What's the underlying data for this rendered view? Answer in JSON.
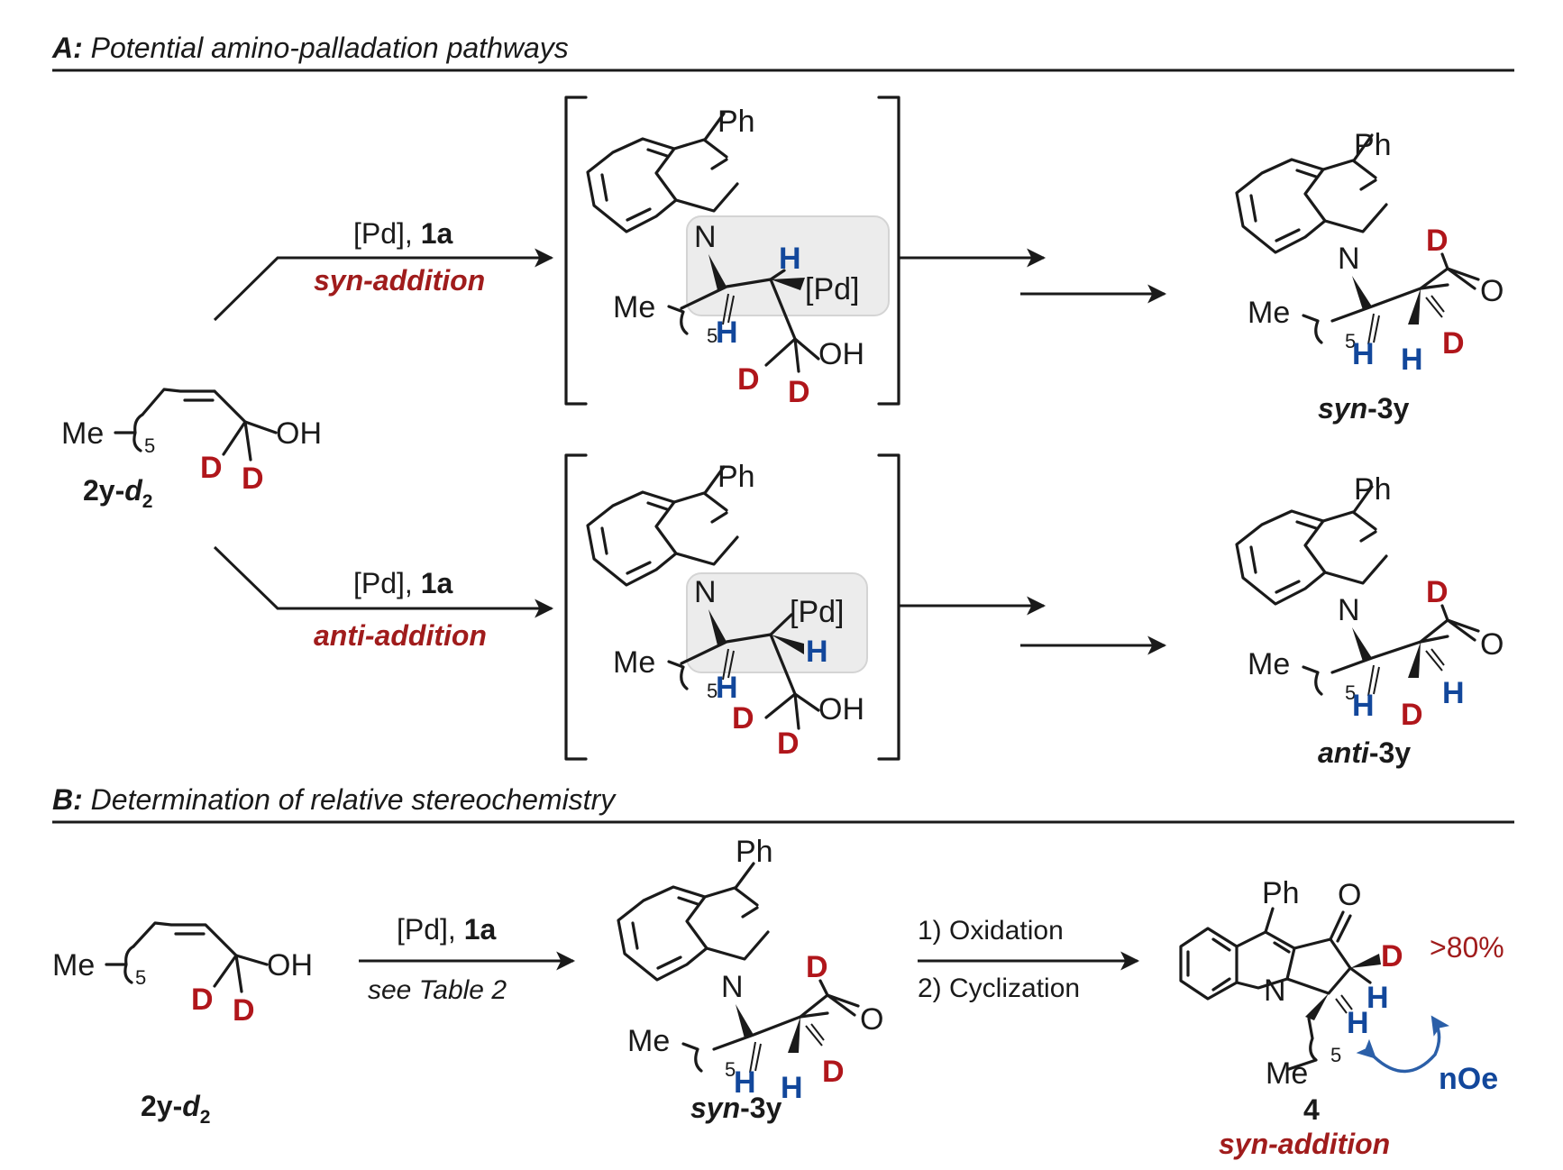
{
  "section_a": {
    "letter": "A:",
    "title": "Potential amino-palladation pathways"
  },
  "section_b": {
    "letter": "B:",
    "title": "Determination of relative stereochemistry"
  },
  "atoms": {
    "ph": "Ph",
    "n": "N",
    "me": "Me",
    "oh": "OH",
    "o": "O",
    "d": "D",
    "h": "H",
    "pd": "[Pd]",
    "five": "5"
  },
  "reagents": {
    "pd_prefix": "[Pd], ",
    "ligand": "1a",
    "syn_mode": "syn-addition",
    "anti_mode": "anti-addition",
    "see_table": "see Table 2",
    "step1": "1) Oxidation",
    "step2": "2) Cyclization"
  },
  "compounds": {
    "start_num": "2y-",
    "start_d": "d",
    "start_sub": "2",
    "syn_prefix": "syn",
    "anti_prefix": "anti",
    "product_suffix": "-3y",
    "final_number": "4",
    "final_mode": "syn-addition"
  },
  "annotations": {
    "deuteration": ">80%",
    "noe": "nOe"
  },
  "colors": {
    "deuterium": "#b0161b",
    "hydrogen": "#12479b",
    "mode_label": "#a01c1c",
    "noe_arrow": "#2b5fa8"
  }
}
